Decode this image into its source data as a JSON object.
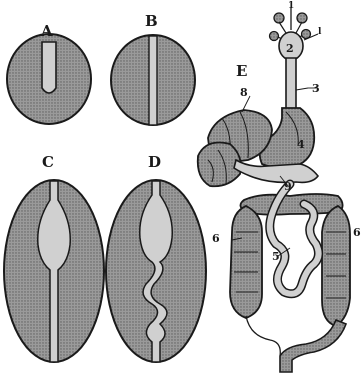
{
  "figure": {
    "panel_labels": {
      "a": "A",
      "b": "B",
      "c": "C",
      "d": "D",
      "e": "E"
    },
    "part_numbers": {
      "n1": "1",
      "n2": "2",
      "n3": "3",
      "n4": "4",
      "n5": "5",
      "n6_left": "6",
      "n6_right": "6",
      "n8": "8",
      "n9": "9",
      "n_l": "l"
    },
    "colors": {
      "shading": "#8f8f8f",
      "ink": "#1a1a1a",
      "lumen": "#c7c7c7",
      "paper": "#ffffff"
    }
  }
}
